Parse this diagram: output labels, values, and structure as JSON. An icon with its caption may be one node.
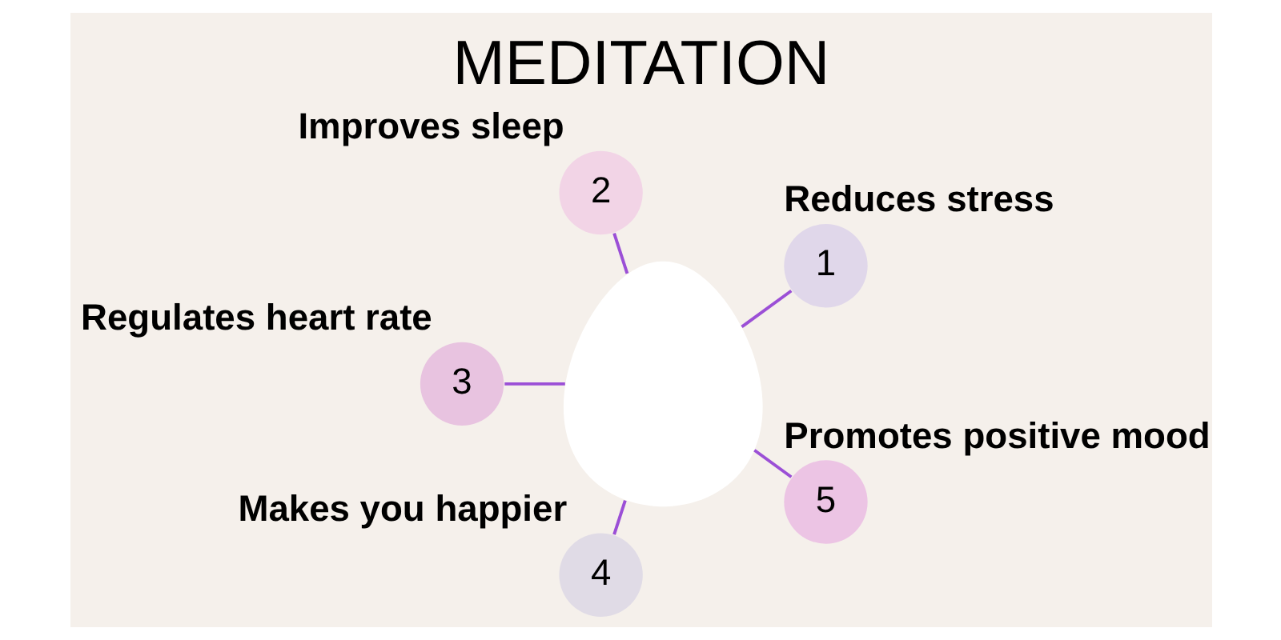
{
  "diagram": {
    "title": "MEDITATION",
    "nodes": [
      {
        "text": [
          "1"
        ],
        "beside": [
          "Reduces stress"
        ]
      },
      {
        "text": [
          "2"
        ],
        "beside": [
          "Improves sleep"
        ]
      },
      {
        "text": [],
        "shape": "person"
      },
      {
        "text": [
          "3"
        ],
        "beside": [
          "Regulates heart rate"
        ]
      },
      {
        "text": [
          "4"
        ],
        "beside": [
          "Makes you happier"
        ]
      },
      {
        "text": [
          "5"
        ],
        "beside": [
          "Promotes positive mood"
        ]
      }
    ],
    "edges": [
      {
        "from": 0,
        "to": 2,
        "arrow": "none"
      },
      {
        "from": 1,
        "to": 2,
        "arrow": "none"
      },
      {
        "from": 3,
        "to": 2,
        "arrow": "none"
      },
      {
        "from": 4,
        "to": 2,
        "arrow": "none"
      },
      {
        "from": 5,
        "to": 2,
        "arrow": "none"
      }
    ]
  }
}
